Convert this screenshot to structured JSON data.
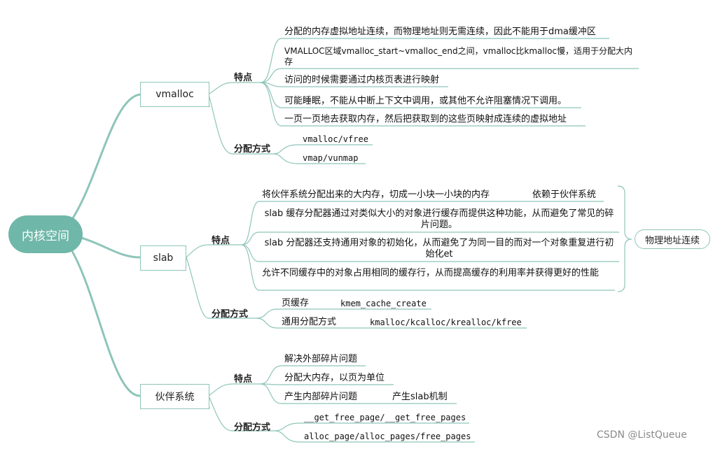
{
  "root": "内核空间",
  "colors": {
    "accent": "#6fb7a9",
    "line": "#8ec5b9"
  },
  "vmalloc": {
    "title": "vmalloc",
    "features_label": "特点",
    "features": [
      "分配的内存虚拟地址连续，而物理地址则无需连续，因此不能用于dma缓冲区",
      "VMALLOC区域vmalloc_start~vmalloc_end之间，vmalloc比kmalloc慢，适用于分配大内存",
      "访问的时候需要通过内核页表进行映射",
      "可能睡眠，不能从中断上下文中调用，或其他不允许阻塞情况下调用。",
      "一页一页地去获取内存，然后把获取到的这些页映射成连续的虚拟地址"
    ],
    "alloc_label": "分配方式",
    "alloc": [
      "vmalloc/vfree",
      "vmap/vunmap"
    ]
  },
  "slab": {
    "title": "slab",
    "features_label": "特点",
    "features": [
      "将伙伴系统分配出来的大内存，切成一小块一小块的内存",
      "slab 缓存分配器通过对类似大小的对象进行缓存而提供这种功能，从而避免了常见的碎片问题。",
      "slab 分配器还支持通用对象的初始化，从而避免了为同一目的而对一个对象重复进行初始化et",
      "允许不同缓存中的对象占用相同的缓存行，从而提高缓存的利用率并获得更好的性能"
    ],
    "feature0_note": "依赖于伙伴系统",
    "summary": "物理地址连续",
    "alloc_label": "分配方式",
    "alloc": [
      {
        "label": "页缓存",
        "api": "kmem_cache_create"
      },
      {
        "label": "通用分配方式",
        "api": "kmalloc/kcalloc/krealloc/kfree"
      }
    ]
  },
  "buddy": {
    "title": "伙伴系统",
    "features_label": "特点",
    "features": [
      "解决外部碎片问题",
      "分配大内存，以页为单位",
      "产生内部碎片问题"
    ],
    "feature2_note": "产生slab机制",
    "alloc_label": "分配方式",
    "alloc": [
      "__get_free_page/__get_free_pages",
      "alloc_page/alloc_pages/free_pages"
    ]
  },
  "watermark": "CSDN @ListQueue"
}
